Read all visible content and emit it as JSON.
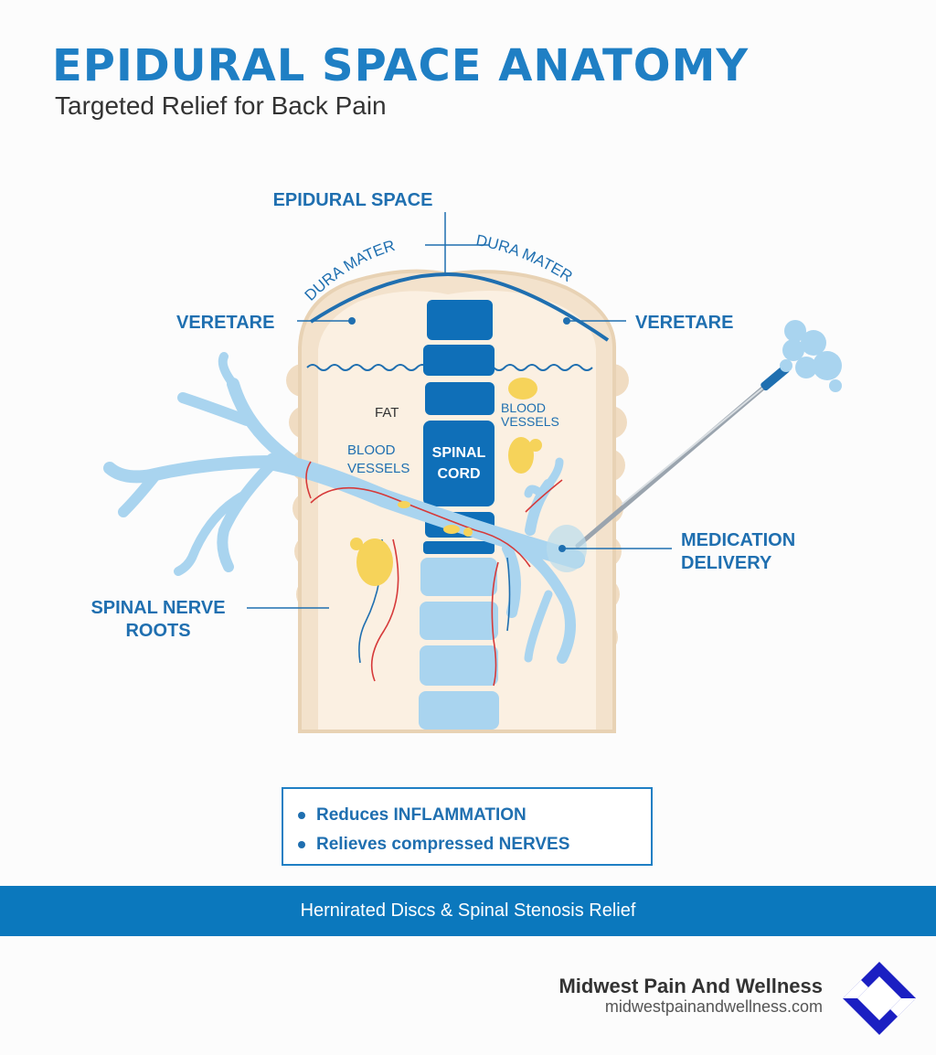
{
  "header": {
    "title": "EPIDURAL SPACE ANATOMY",
    "subtitle": "Targeted Relief for Back Pain"
  },
  "labels": {
    "epidural_space": "EPIDURAL SPACE",
    "dura_mater_left": "DURA MATER",
    "dura_mater_right": "DURA MATER",
    "veretare_left": "VERETARE",
    "veretare_right": "VERETARE",
    "fat": "FAT",
    "blood_vessels_left_1": "BLOOD",
    "blood_vessels_left_2": "VESSELS",
    "blood_vessels_right_1": "BLOOD",
    "blood_vessels_right_2": "VESSELS",
    "spinal_cord_1": "SPINAL",
    "spinal_cord_2": "CORD",
    "medication_1": "MEDICATION",
    "medication_2": "DELIVERY",
    "nerve_roots_1": "SPINAL NERVE",
    "nerve_roots_2": "ROOTS"
  },
  "benefits": {
    "item1": "Reduces INFLAMMATION",
    "item2": "Relieves compressed NERVES"
  },
  "banner": {
    "text": "Hernirated Discs & Spinal Stenosis Relief"
  },
  "brand": {
    "name": "Midwest Pain And Wellness",
    "url": "midwestpainandwellness.com"
  },
  "colors": {
    "accent_blue": "#1f7fc4",
    "banner_blue": "#0b78bd",
    "nerve_light_blue": "#a9d4ef",
    "tissue_beige": "#f3e2cc",
    "fat_yellow": "#f6d35a",
    "vessel_red": "#d63a3a",
    "logo_navy": "#1b1fc2"
  }
}
